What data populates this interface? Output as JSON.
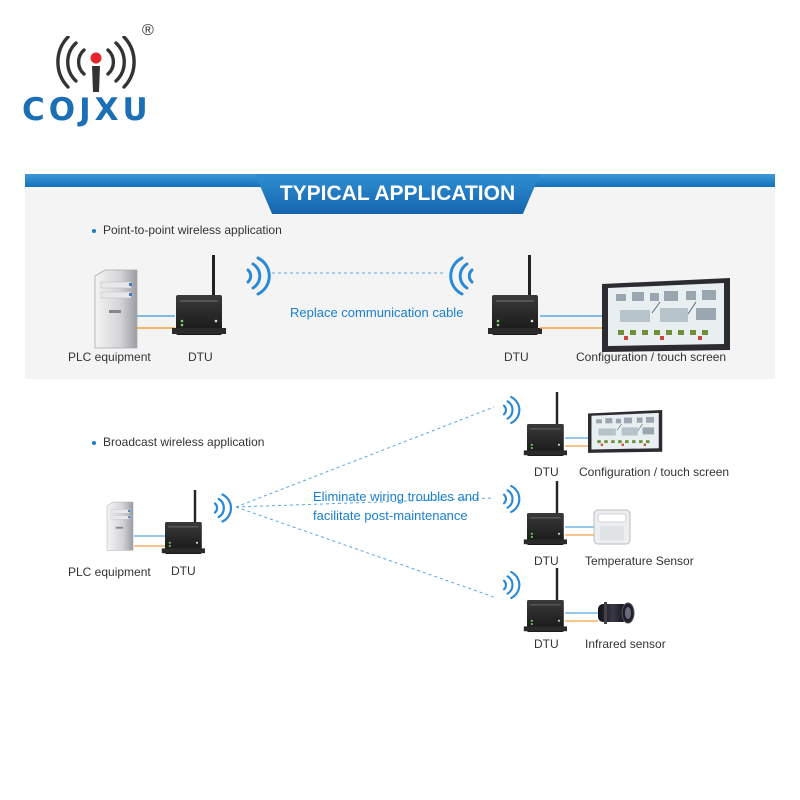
{
  "brand": {
    "name": "COJXU",
    "registered": "®",
    "color": "#1c6fb5"
  },
  "banner": {
    "title": "TYPICAL APPLICATION",
    "color": "#1c77c3"
  },
  "section1": {
    "bullet": "Point-to-point wireless application",
    "link_text": "Replace communication cable",
    "plc_label": "PLC equipment",
    "dtu_left_label": "DTU",
    "dtu_right_label": "DTU",
    "screen_label": "Configuration / touch screen"
  },
  "section2": {
    "bullet": "Broadcast wireless application",
    "link_text_line1": "Eliminate wiring troubles and",
    "link_text_line2": "facilitate post-maintenance",
    "plc_label": "PLC equipment",
    "dtu_source_label": "DTU",
    "targets": [
      {
        "dtu_label": "DTU",
        "device_label": "Configuration / touch screen",
        "device_icon": "touch-screen-icon"
      },
      {
        "dtu_label": "DTU",
        "device_label": "Temperature Sensor",
        "device_icon": "temperature-sensor-icon"
      },
      {
        "dtu_label": "DTU",
        "device_label": "Infrared sensor",
        "device_icon": "infrared-sensor-icon"
      }
    ]
  },
  "colors": {
    "wire_blue": "#58a8e0",
    "wire_orange": "#f0a040",
    "signal": "#2b8ad6"
  }
}
